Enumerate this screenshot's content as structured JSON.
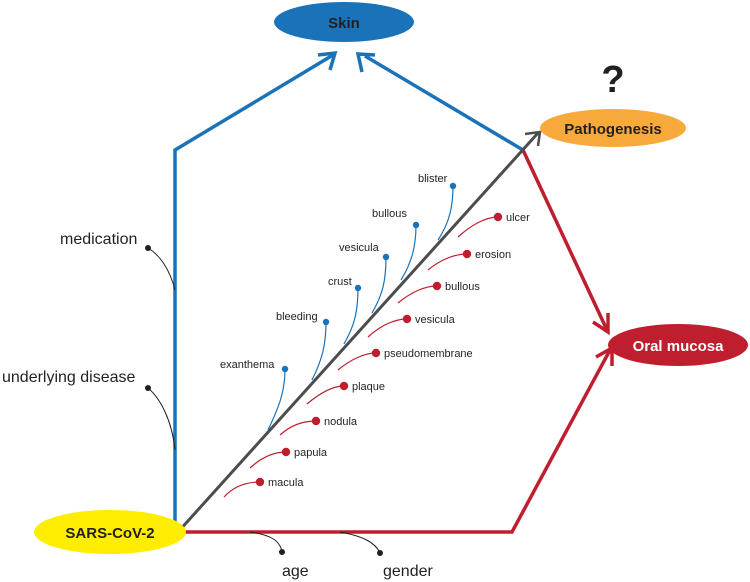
{
  "nodes": {
    "skin": "Skin",
    "pathogenesis": "Pathogenesis",
    "oral_mucosa": "Oral mucosa",
    "sars": "SARS-CoV-2"
  },
  "question_mark": "?",
  "factors": {
    "medication": "medication",
    "underlying_disease": "underlying disease",
    "age": "age",
    "gender": "gender"
  },
  "skin_lesions": [
    "exanthema",
    "bleeding",
    "crust",
    "vesicula",
    "bullous",
    "blister"
  ],
  "oral_lesions": [
    "macula",
    "papula",
    "nodula",
    "plaque",
    "pseudomembrane",
    "vesicula",
    "bullous",
    "erosion",
    "ulcer"
  ],
  "colors": {
    "skin": "#1a72b8",
    "oral": "#be1e2d",
    "sars": "#ffed00",
    "pathogenesis": "#f7a93b",
    "axis": "#4d4d4d"
  }
}
